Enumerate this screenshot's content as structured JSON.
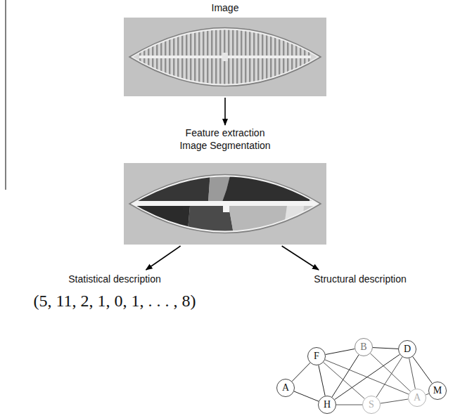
{
  "diagram": {
    "nodes": [
      {
        "text": [
          "Image"
        ]
      },
      {
        "text": [
          "Feature extraction Image Segmentation"
        ]
      },
      {
        "text": [
          "Statistical description",
          "(5, 11, 2, 1, 0, 1, . . . , 8)"
        ]
      },
      {
        "text": [
          "Structural description"
        ]
      },
      {
        "text": [
          "A"
        ],
        "in": 3
      },
      {
        "text": [
          "F"
        ],
        "in": 3
      },
      {
        "text": [
          "B"
        ],
        "in": 3
      },
      {
        "text": [
          "D"
        ],
        "in": 3
      },
      {
        "text": [
          "M"
        ],
        "in": 3
      },
      {
        "text": [
          "H"
        ],
        "in": 3
      },
      {
        "text": [
          "S"
        ],
        "in": 3
      },
      {
        "text": [
          "A"
        ],
        "in": 3
      }
    ],
    "edges": [
      {
        "from": 0,
        "to": 1,
        "arrow": "to"
      },
      {
        "from": 1,
        "to": 2,
        "arrow": "to"
      },
      {
        "from": 1,
        "to": 3,
        "arrow": "to"
      },
      {
        "from": 4,
        "to": 5,
        "arrow": "none"
      },
      {
        "from": 4,
        "to": 9,
        "arrow": "none"
      },
      {
        "from": 5,
        "to": 6,
        "arrow": "none"
      },
      {
        "from": 5,
        "to": 9,
        "arrow": "none"
      },
      {
        "from": 5,
        "to": 10,
        "arrow": "none"
      },
      {
        "from": 5,
        "to": 11,
        "arrow": "none"
      },
      {
        "from": 6,
        "to": 7,
        "arrow": "none"
      },
      {
        "from": 6,
        "to": 9,
        "arrow": "none"
      },
      {
        "from": 6,
        "to": 11,
        "arrow": "none"
      },
      {
        "from": 7,
        "to": 8,
        "arrow": "none"
      },
      {
        "from": 7,
        "to": 9,
        "arrow": "none"
      },
      {
        "from": 7,
        "to": 10,
        "arrow": "none"
      },
      {
        "from": 7,
        "to": 11,
        "arrow": "none"
      },
      {
        "from": 9,
        "to": 10,
        "arrow": "none"
      },
      {
        "from": 10,
        "to": 11,
        "arrow": "none"
      },
      {
        "from": 8,
        "to": 11,
        "arrow": "none"
      }
    ]
  }
}
